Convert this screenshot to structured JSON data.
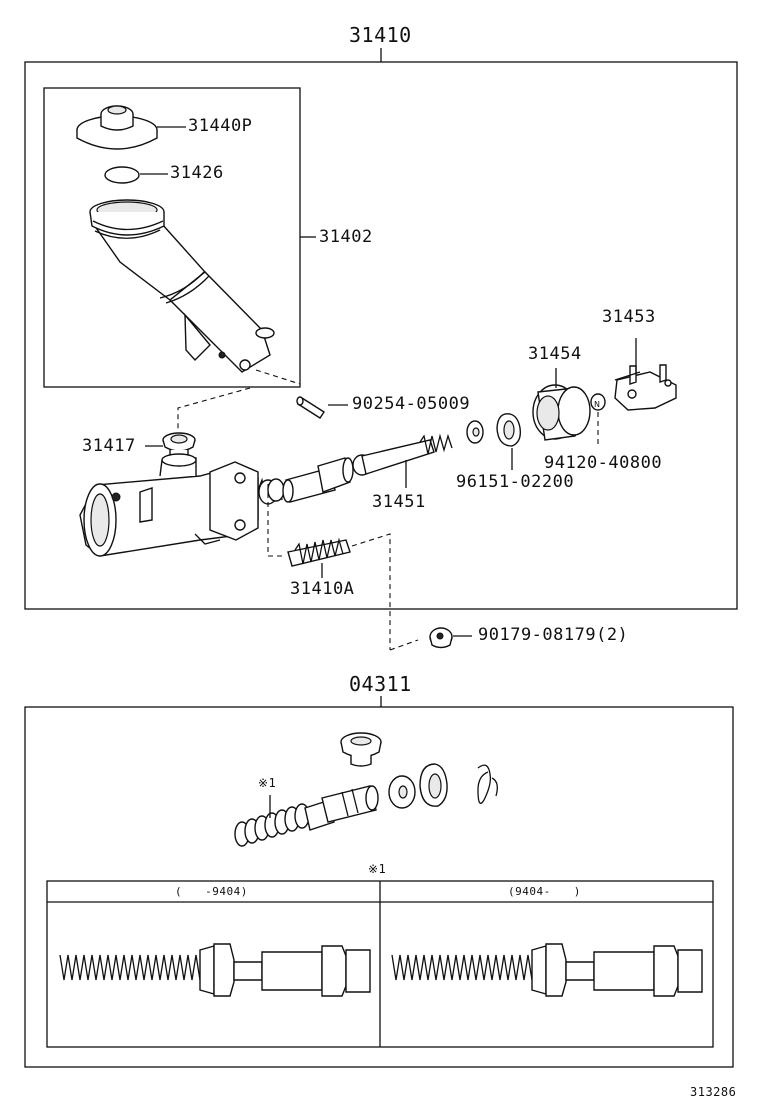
{
  "labels": {
    "assembly_top": "31410",
    "reservoir_cap": "31440P",
    "gasket": "31426",
    "reservoir": "31402",
    "pin": "90254-05009",
    "plug": "31417",
    "bracket": "31453",
    "boot": "31454",
    "nut_small": "94120-40800",
    "snap_ring": "96151-02200",
    "push_rod": "31451",
    "piston": "31410A",
    "nut": "90179-08179(2)",
    "kit": "04311",
    "kit_note_mark": "※1",
    "table_note_mark": "※1",
    "table_col_left": "(　　-9404)",
    "table_col_right": "(9404-　　)",
    "figure_code": "313286"
  }
}
